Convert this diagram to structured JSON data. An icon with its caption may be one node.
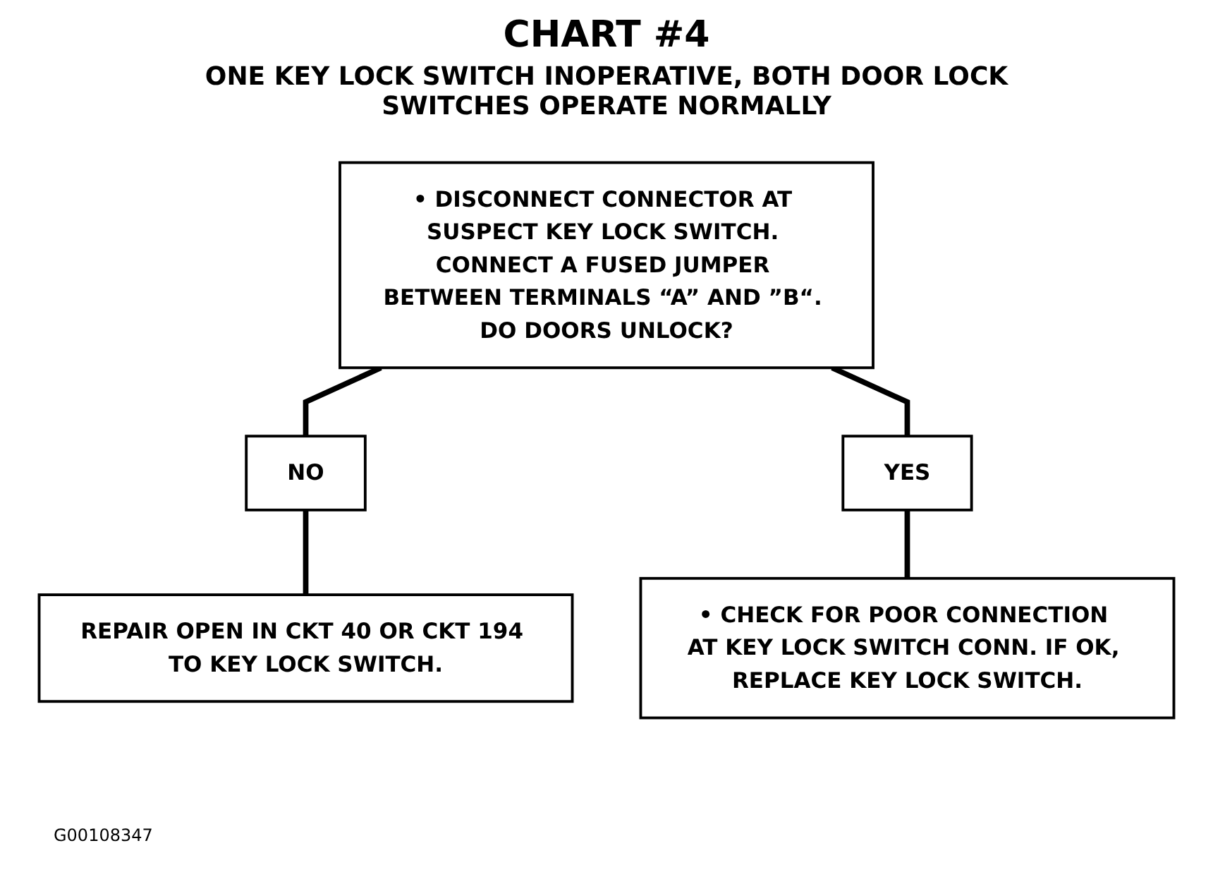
{
  "diagram": {
    "title": "CHART #4",
    "nodes": [
      {
        "text": [
          "• DISCONNECT CONNECTOR AT SUSPECT KEY LOCK SWITCH. CONNECT A FUSED JUMPER BETWEEN TERMINALS “A” AND ”B“. DO DOORS UNLOCK?"
        ]
      },
      {
        "text": [
          "NO"
        ]
      },
      {
        "text": [
          "YES"
        ]
      },
      {
        "text": [
          "REPAIR OPEN IN CKT 40 OR CKT 194 TO KEY LOCK SWITCH."
        ]
      },
      {
        "text": [
          "• CHECK FOR POOR CONNECTION AT KEY LOCK SWITCH CONN. IF OK, REPLACE KEY LOCK SWITCH."
        ]
      }
    ],
    "edges": [
      {
        "from": 0,
        "to": 1,
        "arrow": "none"
      },
      {
        "from": 0,
        "to": 2,
        "arrow": "none"
      },
      {
        "from": 1,
        "to": 3,
        "arrow": "none"
      },
      {
        "from": 2,
        "to": 4,
        "arrow": "none"
      }
    ],
    "labels": [
      "ONE KEY LOCK SWITCH INOPERATIVE, BOTH DOOR LOCK SWITCHES OPERATE NORMALLY",
      "G00108347"
    ]
  }
}
